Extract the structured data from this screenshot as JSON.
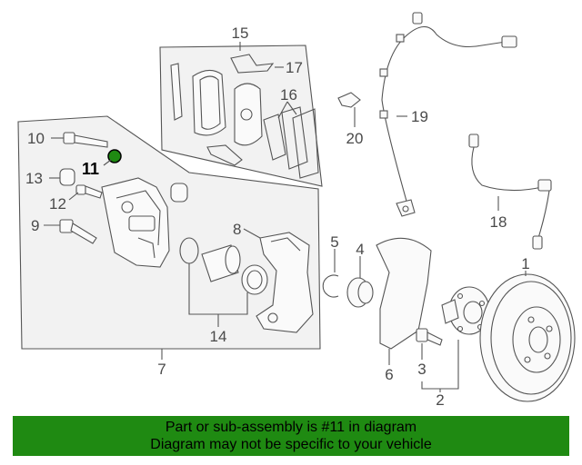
{
  "callouts": {
    "c1": "1",
    "c2": "2",
    "c3": "3",
    "c4": "4",
    "c5": "5",
    "c6": "6",
    "c7": "7",
    "c8": "8",
    "c9": "9",
    "c10": "10",
    "c11": "11",
    "c12": "12",
    "c13": "13",
    "c14": "14",
    "c15": "15",
    "c16": "16",
    "c17": "17",
    "c18": "18",
    "c19": "19",
    "c20": "20"
  },
  "highlight_part": "11",
  "highlight_color": "#1f8a12",
  "banner": {
    "line1": "Part or sub-assembly is #11 in diagram",
    "line2": "Diagram may not be specific to your vehicle",
    "background": "#1f8a12"
  }
}
